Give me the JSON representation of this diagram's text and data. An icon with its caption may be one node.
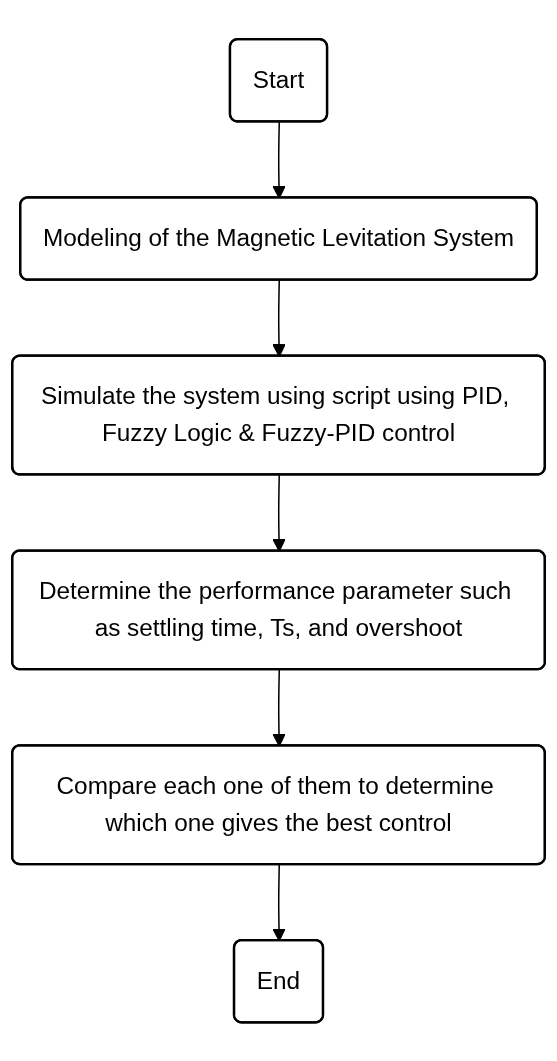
{
  "diagram": {
    "nodes": [
      {
        "text": [
          "Start"
        ]
      },
      {
        "text": [
          "Modeling of the Magnetic Levitation System"
        ]
      },
      {
        "text": [
          "Simulate the system using script using PID, Fuzzy Logic & Fuzzy-PID control"
        ]
      },
      {
        "text": [
          "Determine the performance parameter such as settling time, Ts, and overshoot"
        ]
      },
      {
        "text": [
          "Compare each one of them to determine which one gives the best control"
        ]
      },
      {
        "text": [
          "End"
        ]
      }
    ],
    "edges": [
      {
        "from": 0,
        "to": 1,
        "arrow": "to"
      },
      {
        "from": 1,
        "to": 2,
        "arrow": "to"
      },
      {
        "from": 2,
        "to": 3,
        "arrow": "to"
      },
      {
        "from": 3,
        "to": 4,
        "arrow": "to"
      },
      {
        "from": 4,
        "to": 5,
        "arrow": "to"
      }
    ]
  }
}
